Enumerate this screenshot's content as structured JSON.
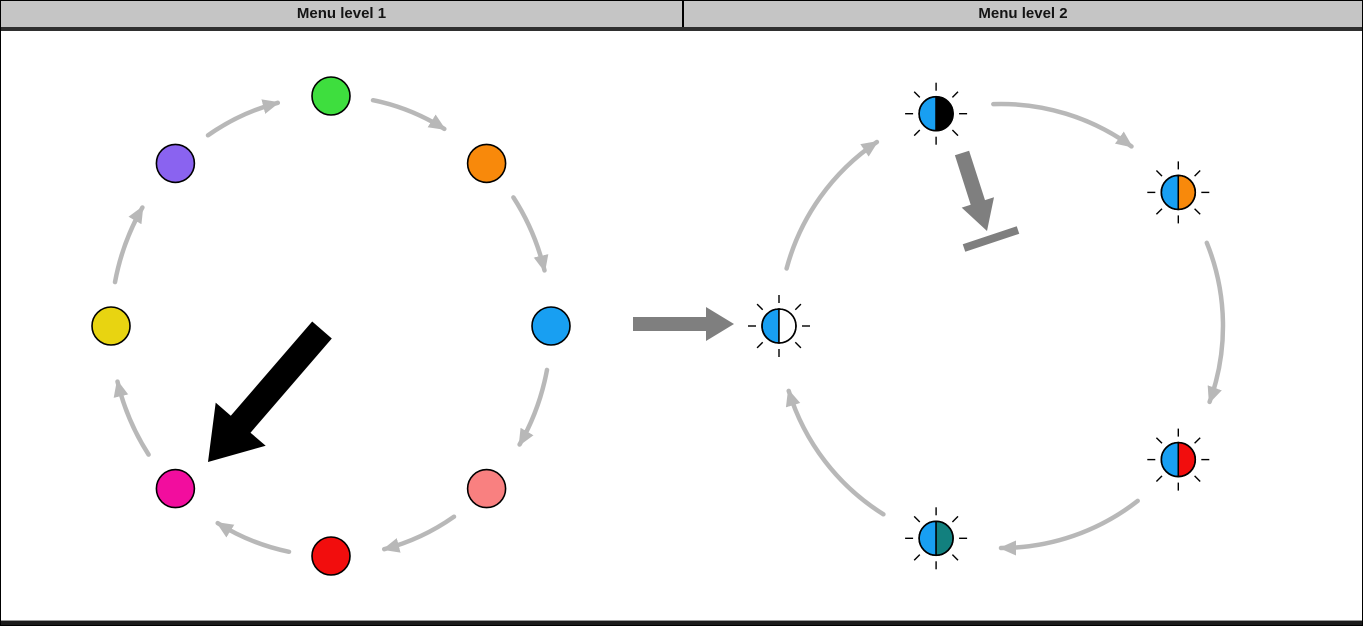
{
  "header": {
    "menu1": "Menu level 1",
    "menu2": "Menu level 2"
  },
  "flow_direction": "clockwise",
  "colors": {
    "connector": "#b8b8b8",
    "thick_arrow": "#7f7f7f",
    "selection_arrow": "#000000",
    "outline": "#000000",
    "ray": "#000000",
    "header_bg": "#c5c5c5",
    "header_text": "#141414",
    "canvas_bg": "#ffffff",
    "frame_border": "#000000"
  },
  "menu1": {
    "items": [
      {
        "name": "green",
        "color": "#3ede3e",
        "position": "top"
      },
      {
        "name": "orange",
        "color": "#f8890b",
        "position": "upper-right"
      },
      {
        "name": "blue",
        "color": "#189ff2",
        "position": "right"
      },
      {
        "name": "salmon",
        "color": "#f98080",
        "position": "lower-right"
      },
      {
        "name": "red",
        "color": "#f20d0d",
        "position": "bottom"
      },
      {
        "name": "magenta",
        "color": "#f20d9e",
        "position": "lower-left"
      },
      {
        "name": "yellow",
        "color": "#e8d411",
        "position": "left"
      },
      {
        "name": "purple",
        "color": "#8a63f0",
        "position": "upper-left"
      }
    ],
    "selection_arrow_target": "magenta"
  },
  "transition": {
    "from": "menu1-blue-item",
    "to": "menu2-blue-white-item"
  },
  "menu2": {
    "items": [
      {
        "name": "blue-black",
        "left_color": "#189ff2",
        "right_color": "#000000",
        "position": "top"
      },
      {
        "name": "blue-orange",
        "left_color": "#189ff2",
        "right_color": "#f8890b",
        "position": "upper-right"
      },
      {
        "name": "blue-red",
        "left_color": "#189ff2",
        "right_color": "#f20d0d",
        "position": "lower-right"
      },
      {
        "name": "blue-teal",
        "left_color": "#189ff2",
        "right_color": "#12807e",
        "position": "bottom"
      },
      {
        "name": "blue-white",
        "left_color": "#189ff2",
        "right_color": "#ffffff",
        "position": "left"
      }
    ],
    "action_arrow": {
      "from": "blue-black",
      "to": "value-bar"
    }
  }
}
